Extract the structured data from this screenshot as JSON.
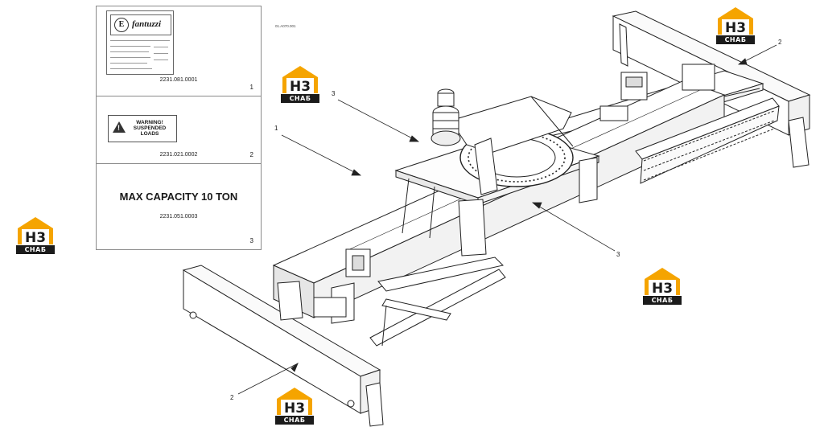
{
  "drawing_number": "01.A070.001",
  "labels": {
    "plate": {
      "brand": "fantuzzi",
      "brand_mark": "E",
      "code": "2231.081.0001",
      "number": "1"
    },
    "warning": {
      "lines": [
        "WARNING!",
        "SUSPENDED",
        "LOADS"
      ],
      "code": "2231.021.0002",
      "number": "2"
    },
    "capacity": {
      "text": "MAX CAPACITY 10 TON",
      "code": "2231.051.0003",
      "number": "3"
    }
  },
  "callouts": {
    "c1": "1",
    "c2_right": "2",
    "c2_bottom": "2",
    "c3_top": "3",
    "c3_right": "3"
  },
  "watermark": {
    "logo_letters": "H3",
    "logo_bar": "СНАБ",
    "accent": "#f5a400",
    "dark": "#1b1b1b"
  }
}
